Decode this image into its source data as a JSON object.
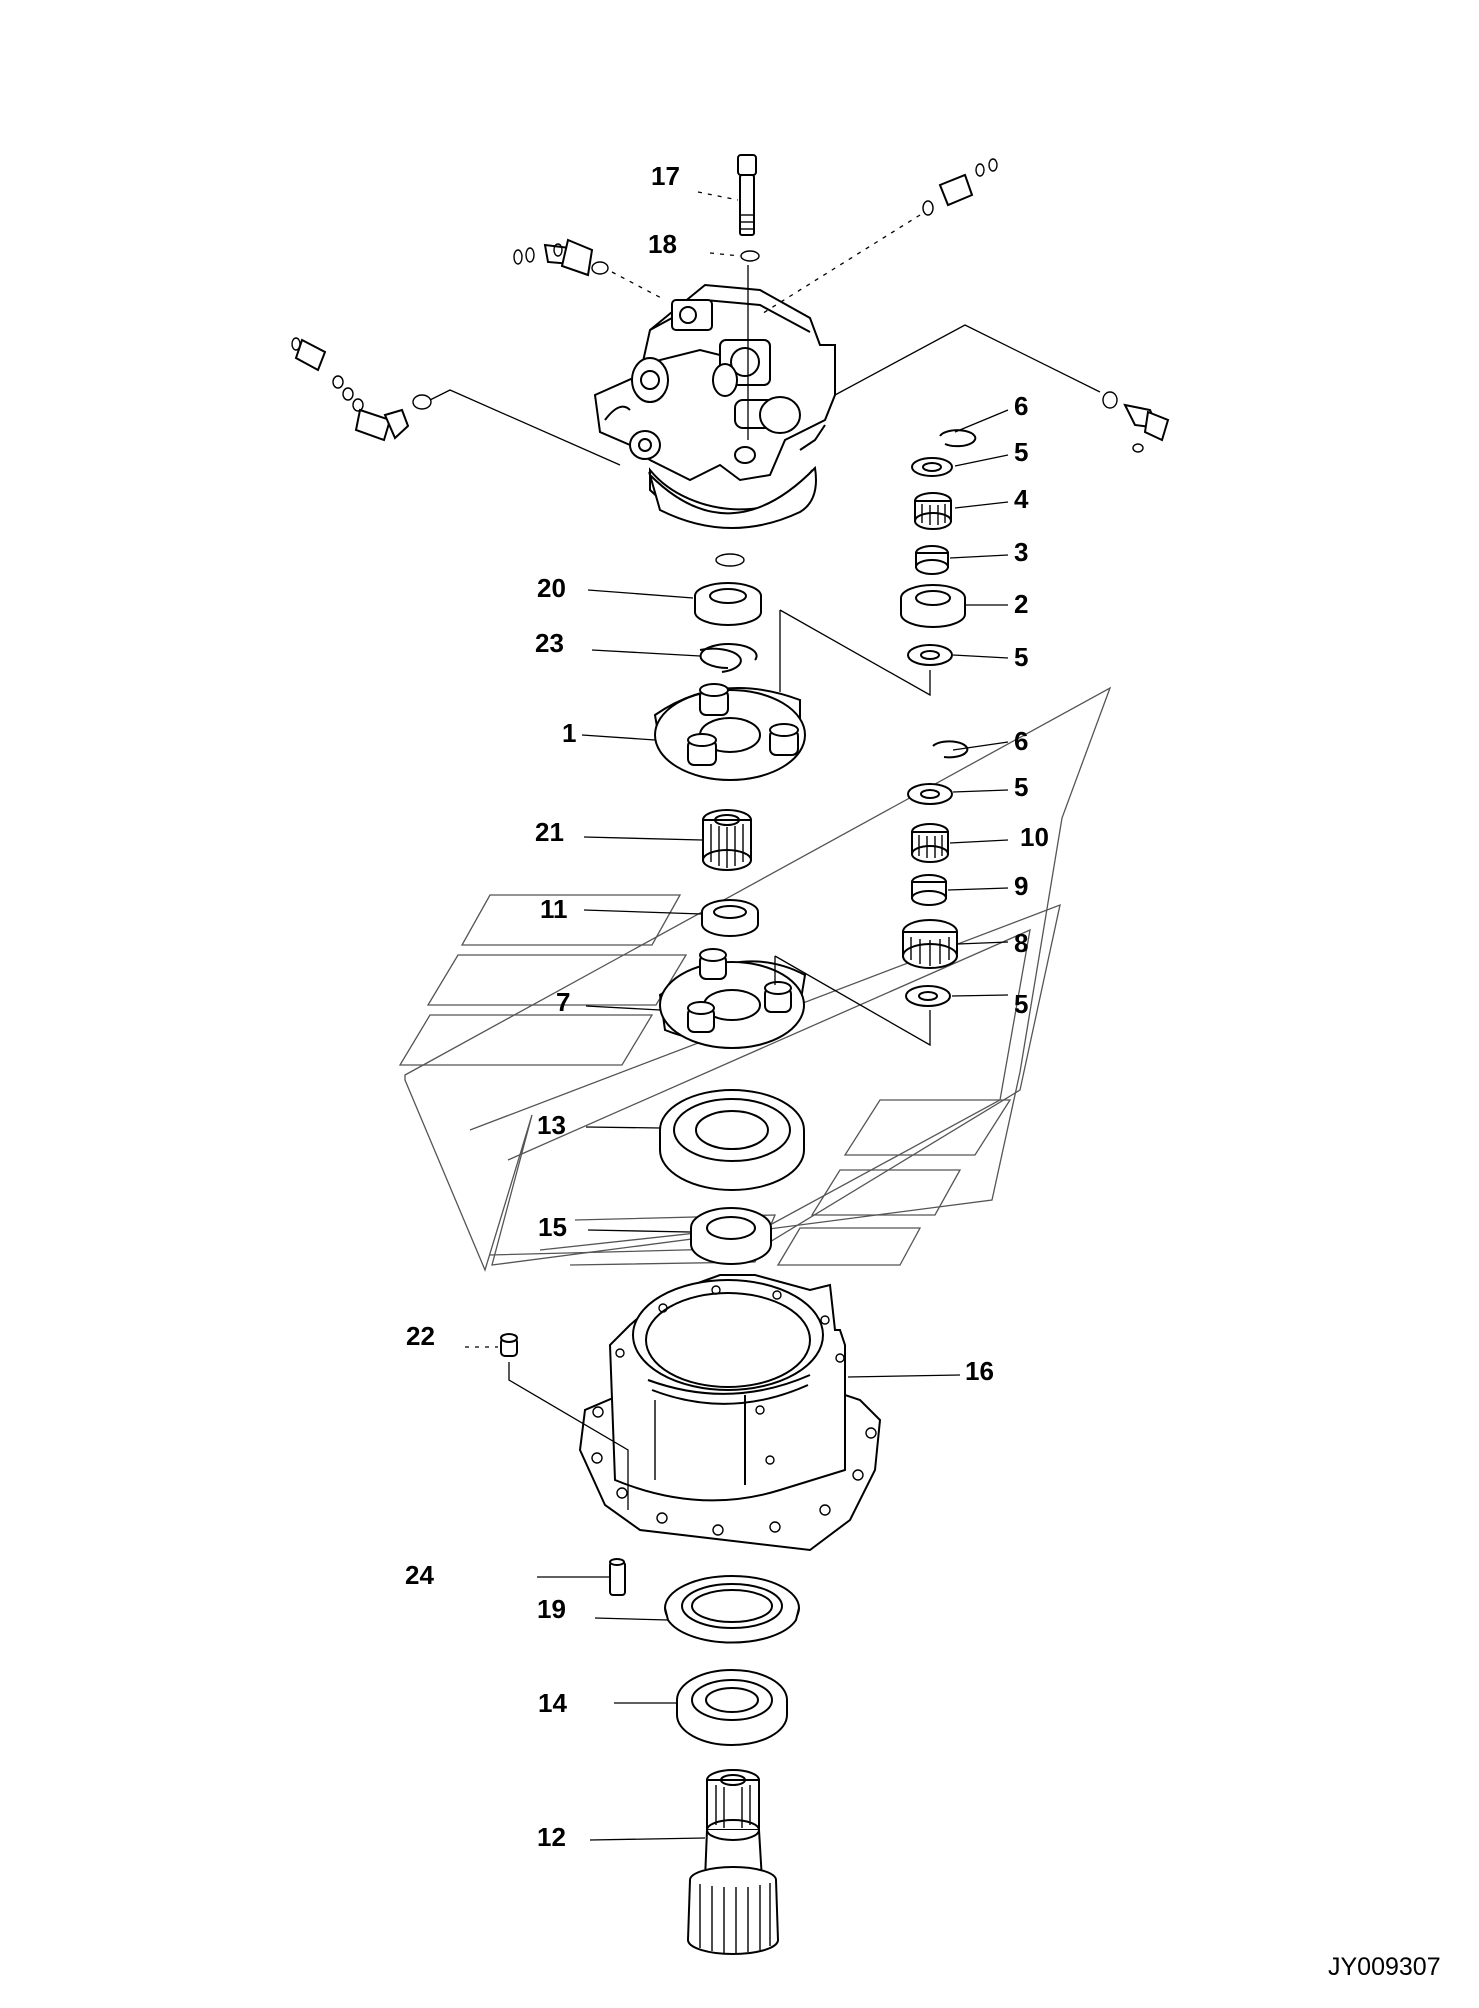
{
  "diagram": {
    "callouts": {
      "c1": "1",
      "c2": "2",
      "c3": "3",
      "c4": "4",
      "c5a": "5",
      "c5b": "5",
      "c5c": "5",
      "c5d": "5",
      "c6a": "6",
      "c6b": "6",
      "c7": "7",
      "c8": "8",
      "c9": "9",
      "c10": "10",
      "c11": "11",
      "c12": "12",
      "c13": "13",
      "c14": "14",
      "c15": "15",
      "c16": "16",
      "c17": "17",
      "c18": "18",
      "c19": "19",
      "c20": "20",
      "c21": "21",
      "c22": "22",
      "c23": "23",
      "c24": "24"
    },
    "drawing_code": "JY009307"
  }
}
